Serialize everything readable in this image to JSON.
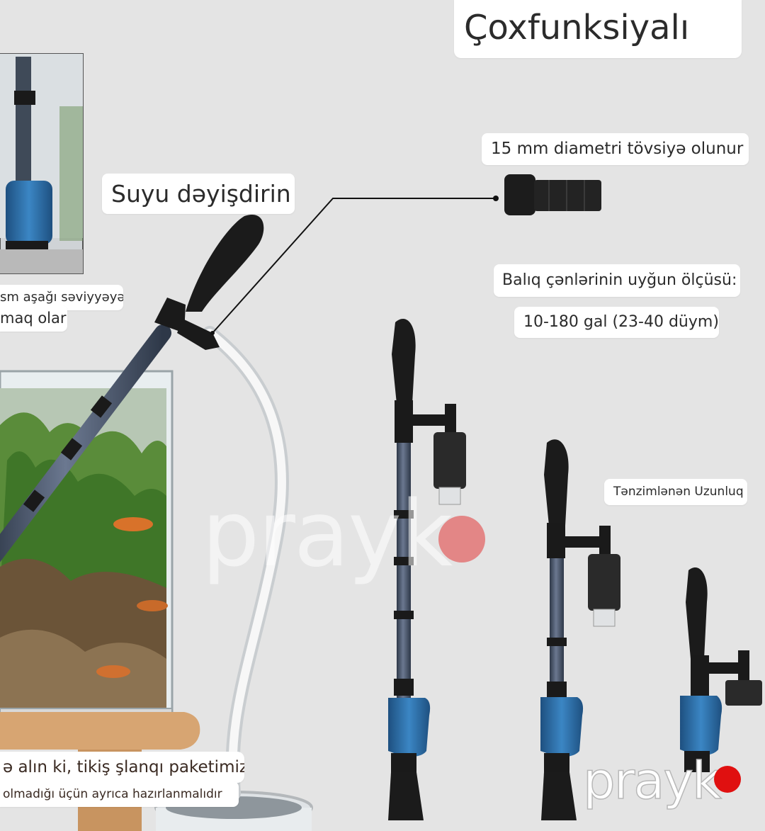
{
  "labels": {
    "title": "Çoxfunksiyalı",
    "water_change": "Suyu dəyişdirin",
    "diameter": "15 mm diametri tövsiyə olunur",
    "tank_size_label": "Balıq çənlərinin uyğun ölçüsü:",
    "tank_size_value": "10-180 gal (23-40 düym)",
    "adjustable_length": "Tənzimlənən Uzunluq",
    "low_level_line1": "sm aşağı səviyyəyə",
    "low_level_line2": "maq olar",
    "note_line1": "ə alın ki, tikiş şlanqı paketimizə",
    "note_line2": "olmadığı üçün ayrıca hazırlanmalıdır"
  },
  "watermark": {
    "text": "prayk",
    "dot_color": "#e01010"
  },
  "colors": {
    "background": "#e4e4e4",
    "tube_dark": "#3d4a5e",
    "handle_black": "#1a1a1a",
    "pump_blue": "#2e6fa8",
    "hose_clear": "#f2f2f2"
  }
}
